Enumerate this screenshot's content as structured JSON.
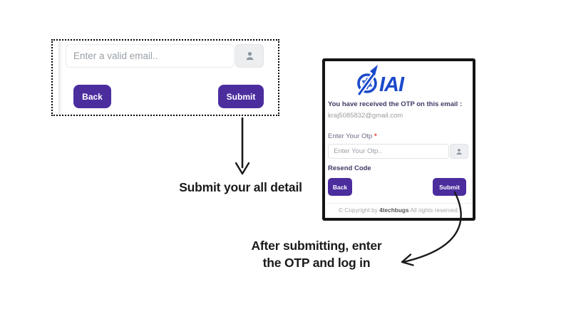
{
  "annotations": {
    "step1": "Submit your all detail",
    "step2_line1": "After submitting, enter",
    "step2_line2": "the OTP and log in"
  },
  "email_form": {
    "email_placeholder": "Enter a valid email..",
    "back_label": "Back",
    "submit_label": "Submit",
    "addon_icon": "person-icon"
  },
  "otp_panel": {
    "logo_text": "IAI",
    "heading": "You have received the OTP on this email :",
    "email_value": "kraj5085832@gmail.com",
    "otp_label": "Enter Your Otp",
    "required_mark": "*",
    "otp_placeholder": "Enter Your Otp..",
    "resend_label": "Resend Code",
    "back_label": "Back",
    "submit_label": "Submit",
    "addon_icon": "person-icon",
    "footer": {
      "prefix": "© Copyright by ",
      "brand": "4techbugs",
      "suffix": " All rights reserved."
    }
  },
  "colors": {
    "button_purple": "#4b2d9e",
    "logo_blue": "#1b49cb",
    "heading_navy": "#3d3a65",
    "required_red": "#e5383b",
    "annotation_black": "#1a1a1a"
  }
}
